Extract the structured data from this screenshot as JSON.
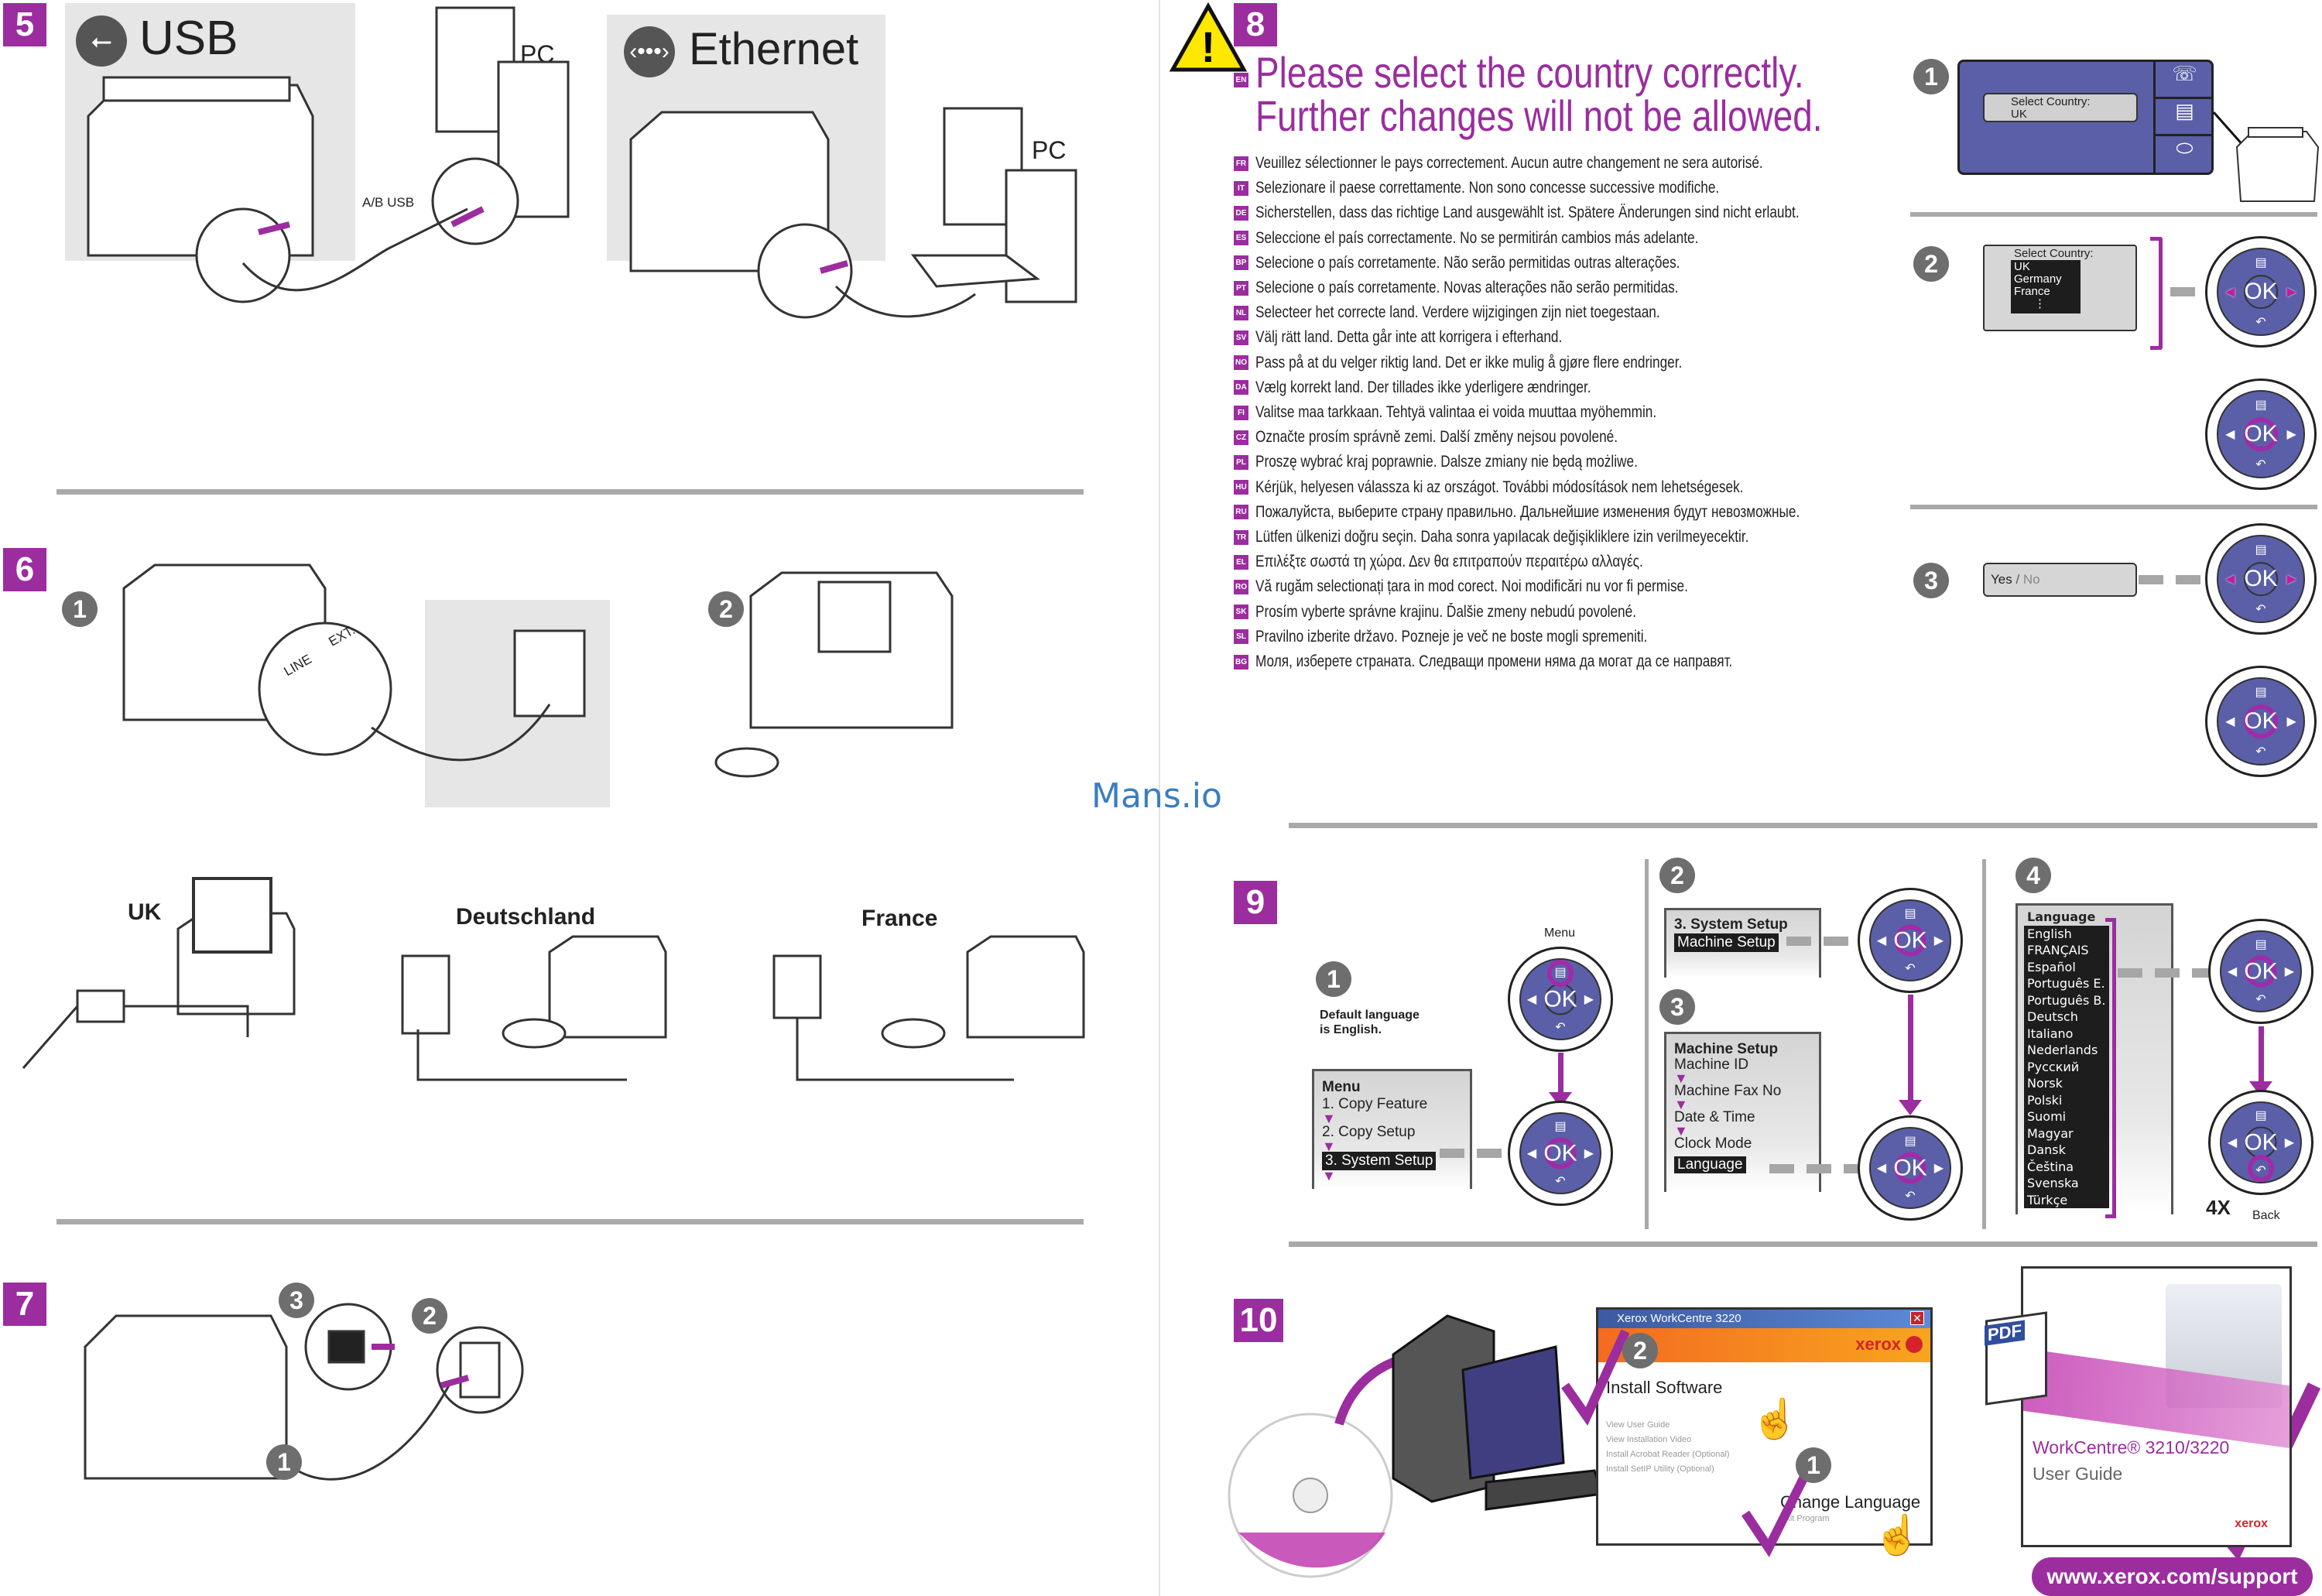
{
  "watermark": "Mans.io",
  "section5": {
    "badge": "5",
    "usb": {
      "label": "USB",
      "pc_label": "PC",
      "cable_label": "A/B USB"
    },
    "ethernet": {
      "label": "Ethernet",
      "pc_label": "PC"
    }
  },
  "section6": {
    "badge": "6",
    "steps": [
      "1",
      "2"
    ],
    "port_labels": [
      "LINE",
      "EXT."
    ],
    "countries": [
      "UK",
      "Deutschland",
      "France"
    ]
  },
  "section7": {
    "badge": "7",
    "steps": [
      "3",
      "2",
      "1"
    ]
  },
  "section8": {
    "badge": "8",
    "heading_code": "EN",
    "heading": [
      "Please select the country correctly.",
      "Further changes will not be allowed."
    ],
    "languages": [
      {
        "code": "FR",
        "text": "Veuillez sélectionner le pays correctement. Aucun autre changement ne sera autorisé."
      },
      {
        "code": "IT",
        "text": "Selezionare il paese correttamente. Non sono concesse successive modifiche."
      },
      {
        "code": "DE",
        "text": "Sicherstellen, dass das richtige Land ausgewählt ist. Spätere Änderungen sind nicht erlaubt."
      },
      {
        "code": "ES",
        "text": "Seleccione el país correctamente. No se permitirán cambios más adelante."
      },
      {
        "code": "BP",
        "text": "Selecione o país corretamente. Não serão permitidas outras alterações."
      },
      {
        "code": "PT",
        "text": "Selecione o país corretamente. Novas alterações não serão permitidas."
      },
      {
        "code": "NL",
        "text": "Selecteer het correcte land. Verdere wijzigingen zijn niet toegestaan."
      },
      {
        "code": "SV",
        "text": "Välj rätt land. Detta går inte att korrigera i efterhand."
      },
      {
        "code": "NO",
        "text": "Pass på at du velger riktig land. Det er ikke mulig å gjøre flere endringer."
      },
      {
        "code": "DA",
        "text": "Vælg korrekt land. Der tillades ikke yderligere ændringer."
      },
      {
        "code": "FI",
        "text": "Valitse maa tarkkaan. Tehtyä valintaa ei voida muuttaa myöhemmin."
      },
      {
        "code": "CZ",
        "text": "Označte prosím správně zemi. Další změny nejsou povolené."
      },
      {
        "code": "PL",
        "text": "Proszę wybrać kraj poprawnie. Dalsze zmiany nie będą możliwe."
      },
      {
        "code": "HU",
        "text": "Kérjük, helyesen válassza ki az országot. További módosítások nem lehetségesek."
      },
      {
        "code": "RU",
        "text": "Пожалуйста, выберите страну правильно. Дальнейшие изменения будут невозможные."
      },
      {
        "code": "TR",
        "text": "Lütfen ülkenizi doğru seçin. Daha sonra yapılacak değişikliklere izin verilmeyecektir."
      },
      {
        "code": "EL",
        "text": "Επιλέξτε σωστά τη χώρα. Δεν θα επιτραπούν περαιτέρω αλλαγές."
      },
      {
        "code": "RO",
        "text": "Vă rugăm selectionați țara in mod corect. Noi modificări nu vor fi permise."
      },
      {
        "code": "SK",
        "text": "Prosím vyberte správne krajinu. Ďalšie zmeny nebudú povolené."
      },
      {
        "code": "SL",
        "text": "Pravilno izberite državo. Pozneje je več ne boste mogli spremeniti."
      },
      {
        "code": "BG",
        "text": "Моля, изберете страната.  Следващи промени няма да могат да се направят."
      }
    ],
    "steps": [
      "1",
      "2",
      "3"
    ],
    "select_country_label": "Select Country:",
    "current_country": "UK",
    "country_list": [
      "UK",
      "Germany",
      "France",
      "⋮"
    ],
    "yes": "Yes",
    "slash": " / ",
    "no": "No"
  },
  "dial": {
    "ok": "OK"
  },
  "section9": {
    "badge": "9",
    "steps": [
      "1",
      "2",
      "3",
      "4"
    ],
    "menu_label": "Menu",
    "default_note": [
      "Default language",
      "is English."
    ],
    "menu_screen": {
      "title": "Menu",
      "items": [
        "1. Copy Feature",
        "2. Copy Setup",
        "3. System Setup"
      ]
    },
    "system_screen": {
      "title": "3. System Setup",
      "selected": "Machine Setup"
    },
    "machine_screen": {
      "title": "Machine Setup",
      "items": [
        "Machine ID",
        "Machine Fax No",
        "Date & Time",
        "Clock Mode"
      ],
      "selected": "Language"
    },
    "language_screen": {
      "title": "Language",
      "items": [
        "English",
        "FRANÇAIS",
        "Español",
        "Português E.",
        "Português B.",
        "Deutsch",
        "Italiano",
        "Nederlands",
        "Русский",
        "Norsk",
        "Polski",
        "Suomi",
        "Magyar",
        "Dansk",
        "Čeština",
        "Svenska",
        "Türkçe"
      ]
    },
    "repeat": "4X",
    "back_label": "Back"
  },
  "section10": {
    "badge": "10",
    "window_title": "Xerox WorkCentre 3220",
    "brand": "xerox",
    "install_software": "Install Software",
    "menu_items": [
      "View User Guide",
      "View Installation Video",
      "Install Acrobat Reader (Optional)",
      "Install SetIP Utility (Optional)"
    ],
    "change_language": "Change Language",
    "exit_program": "Exit Program",
    "steps": [
      "2",
      "1"
    ],
    "pdf_label": "PDF",
    "guide_title": "WorkCentre® 3210/3220",
    "guide_subtitle": "User Guide",
    "support_url": "www.xerox.com/support"
  }
}
